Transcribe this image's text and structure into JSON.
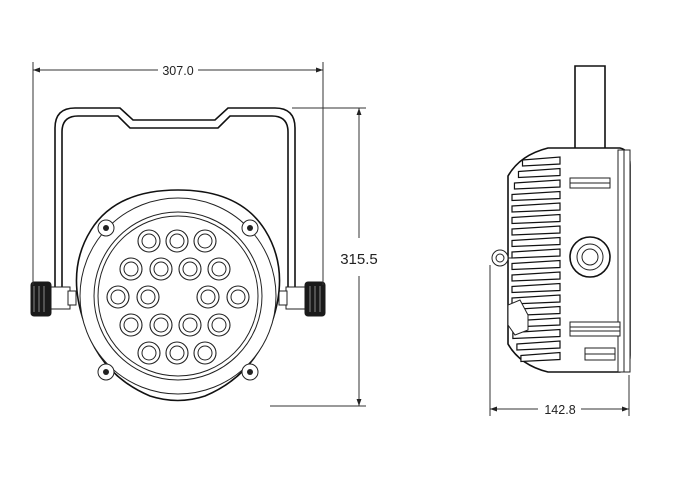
{
  "dimensions": {
    "width": "307.0",
    "height": "315.5",
    "depth": "142.8"
  }
}
